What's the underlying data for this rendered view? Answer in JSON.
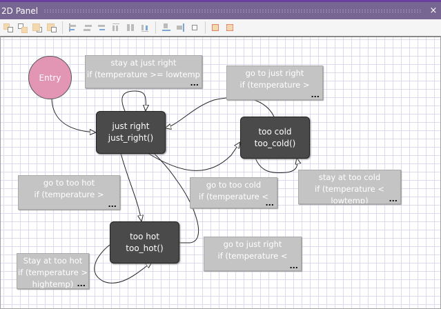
{
  "panel": {
    "title": "2D Panel",
    "close": "×"
  },
  "toolbar": {
    "buttons": [
      "bring-forward",
      "send-backward",
      "bring-to-front",
      "send-to-back",
      "align-left",
      "align-center",
      "align-right",
      "align-top",
      "align-middle",
      "align-bottom",
      "same-width",
      "same-height",
      "center",
      "group",
      "ungroup"
    ]
  },
  "entry": {
    "label": "Entry"
  },
  "states": [
    {
      "name": "just right",
      "action": "just_right()"
    },
    {
      "name": "too cold",
      "action": "too_cold()"
    },
    {
      "name": "too hot",
      "action": "too_hot()"
    }
  ],
  "notes": [
    {
      "line1": "stay at just right",
      "line2": "if (temperature >= lowtemp",
      "more": "..."
    },
    {
      "line1": "go to just right",
      "line2": "if (temperature >",
      "more": "..."
    },
    {
      "line1": "go to too hot",
      "line2": "if (temperature >",
      "more": "..."
    },
    {
      "line1": "go to too cold",
      "line2": "if (temperature <",
      "more": "..."
    },
    {
      "line1": "stay at too cold",
      "line2": "if (temperature < lowtemp)",
      "more": "..."
    },
    {
      "line1": "go to just right",
      "line2": "if (temperature <",
      "more": "..."
    },
    {
      "line1": "Stay at too hot",
      "line2": "if (temperature >",
      "line3": "hightemp)",
      "more": "..."
    }
  ]
}
